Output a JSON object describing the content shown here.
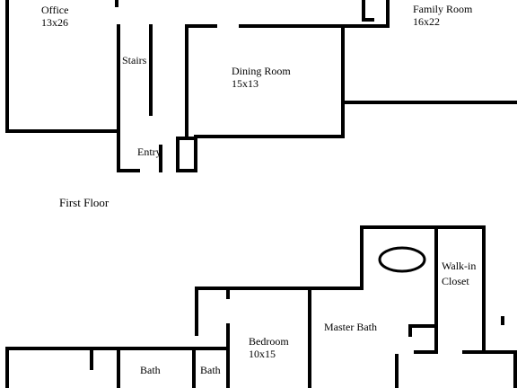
{
  "floors": [
    {
      "name": "First Floor",
      "rooms": [
        {
          "name": "Office",
          "dims": "13x26"
        },
        {
          "name": "Family Room",
          "dims": "16x22"
        },
        {
          "name": "Stairs",
          "dims": ""
        },
        {
          "name": "Dining Room",
          "dims": "15x13"
        },
        {
          "name": "Entry",
          "dims": ""
        }
      ]
    },
    {
      "name": "",
      "rooms": [
        {
          "name": "Walk-in",
          "dims": "Closet"
        },
        {
          "name": "Master Bath",
          "dims": ""
        },
        {
          "name": "Bedroom",
          "dims": "10x15"
        },
        {
          "name": "Bath",
          "dims": ""
        },
        {
          "name": "Bath",
          "dims": ""
        }
      ]
    }
  ],
  "colors": {
    "wall": "#000000",
    "background": "#ffffff"
  }
}
